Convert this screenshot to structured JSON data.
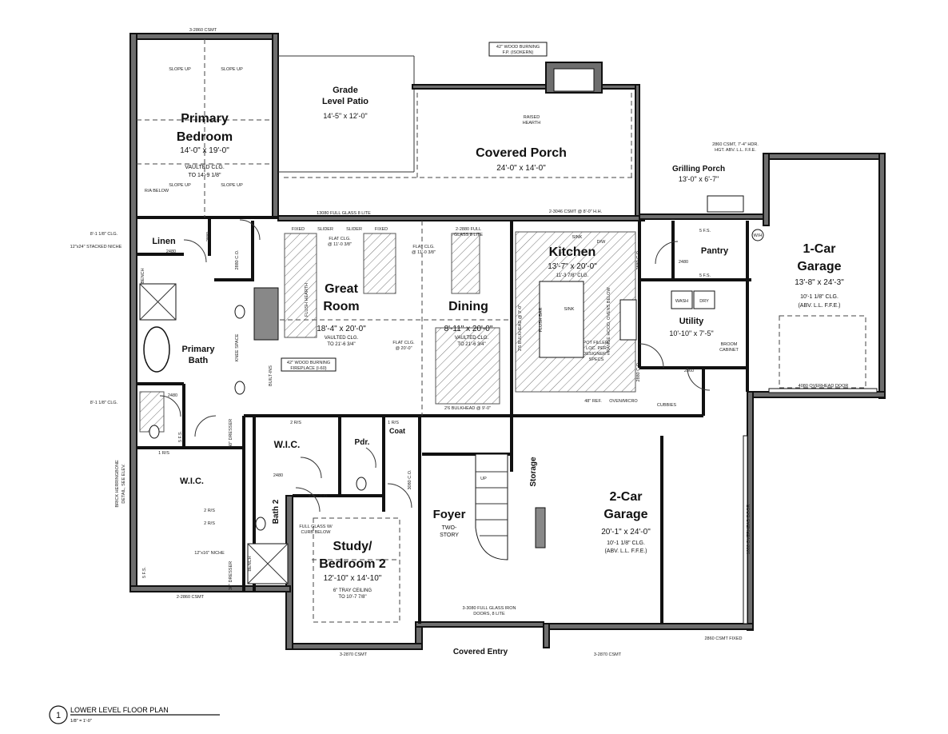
{
  "plan": {
    "title": "LOWER LEVEL FLOOR PLAN",
    "scale": "1/8\" = 1'-0\"",
    "number": "1"
  },
  "rooms": {
    "primary_bedroom": {
      "name_1": "Primary",
      "name_2": "Bedroom",
      "dims": "14'-0\" x 19'-0\"",
      "note_1": "VAULTED CLG.",
      "note_2": "TO 14'-9 1/8\""
    },
    "patio": {
      "name_1": "Grade",
      "name_2": "Level Patio",
      "dims": "14'-5\" x 12'-0\""
    },
    "covered_porch": {
      "name": "Covered Porch",
      "dims": "24'-0\" x 14'-0\""
    },
    "grilling_porch": {
      "name": "Grilling Porch",
      "dims": "13'-0\" x 6'-7\""
    },
    "garage_1": {
      "name_1": "1-Car",
      "name_2": "Garage",
      "dims": "13'-8\" x 24'-3\"",
      "note_1": "10'-1 1/8\" CLG.",
      "note_2": "(ABV. L.L. F.F.E.)"
    },
    "linen": {
      "name": "Linen"
    },
    "great_room": {
      "name_1": "Great",
      "name_2": "Room",
      "dims": "18'-4\" x 20'-0\"",
      "note_1": "VAULTED CLG.",
      "note_2": "TO 21'-6 3/4\""
    },
    "dining": {
      "name": "Dining",
      "dims": "8'-11\" x 20'-0\"",
      "note_1": "VAULTED CLG.",
      "note_2": "TO 21'-6 3/4\""
    },
    "kitchen": {
      "name": "Kitchen",
      "dims": "13'-7\" x 20'-0\"",
      "note": "11'-3 7/8\" CLG."
    },
    "pantry": {
      "name": "Pantry"
    },
    "utility": {
      "name": "Utility",
      "dims": "10'-10\" x 7'-5\""
    },
    "primary_bath": {
      "name_1": "Primary",
      "name_2": "Bath"
    },
    "wic_1": {
      "name": "W.I.C."
    },
    "wic_2": {
      "name": "W.I.C."
    },
    "powder": {
      "name": "Pdr."
    },
    "coat": {
      "name": "Coat"
    },
    "bath2": {
      "name": "Bath 2"
    },
    "study": {
      "name_1": "Study/",
      "name_2": "Bedroom 2",
      "dims": "12'-10\" x 14'-10\"",
      "note_1": "6\" TRAY CEILING",
      "note_2": "TO 10'-7 7/8\""
    },
    "foyer": {
      "name": "Foyer",
      "note_1": "TWO-",
      "note_2": "STORY"
    },
    "storage": {
      "name": "Storage"
    },
    "garage_2": {
      "name_1": "2-Car",
      "name_2": "Garage",
      "dims": "20'-1\" x 24'-0\"",
      "note_1": "10'-1 1/8\" CLG.",
      "note_2": "(ABV. L.L. F.F.E.)"
    },
    "covered_entry": {
      "name": "Covered Entry"
    }
  },
  "notes": {
    "fireplace_porch_1": "42\" WOOD BURNING",
    "fireplace_porch_2": "F.P. (ISOKERN)",
    "raised_hearth_1": "RAISED",
    "raised_hearth_2": "HEARTH",
    "fireplace_great_1": "42\" WOOD BURNING",
    "fireplace_great_2": "FIREPLACE (I-60)",
    "window_top": "3-2860 CSMT",
    "window_patio": "13080 FULL GLASS 8 LITE",
    "window_kitchen": "2-3046 CSMT @ 8'-0\" H.H.",
    "window_dining": "2-2880 FULL",
    "window_dining_2": "GLASS 8 LITE",
    "window_garage1_1": "2860 CSMT, 7'-4\" HDR.",
    "window_garage1_2": "HGT. ABV. L.L. F.F.E.",
    "window_bottom_left": "2-2860 CSMT",
    "window_study": "3-2870 CSMT",
    "window_garage2": "3-2870 CSMT",
    "door_front_1": "3-3080 FULL GLASS IRON",
    "door_front_2": "DOORS, 8 LITE",
    "overhead_1": "4080 OVERHEAD DOOR",
    "overhead_2": "1080 OVERHEAD DOOR",
    "garage2_fixed": "2860 CSMT FIXED",
    "flat_clg_great": "FLAT CLG.",
    "flat_clg_great_2": "@ 11'-0 3/8\"",
    "flat_clg_dining": "FLAT CLG.",
    "flat_clg_dining_2": "@ 11'-0 3/8\"",
    "flat_clg_mid": "FLAT CLG.",
    "flat_clg_mid_2": "@ 20'-0\"",
    "bulkhead_dining": "2'6 BULKHEAD @ 9'-0\"",
    "bulkhead_kitchen": "2'6 BULKHEAD @ 9'-0\"",
    "slope_up": "SLOPE UP",
    "slider": "SLIDER",
    "fixed": "FIXED",
    "flush_hearth": "FLUSH HEARTH",
    "built_ins": "BUILT-INS",
    "flush_bar": "FLUSH BAR",
    "sink": "SINK",
    "dw": "D/W",
    "range": "RANGE HOOD, OVENS BELOW",
    "pot_filler_1": "POT FILLER,",
    "pot_filler_2": "LOC. PER",
    "pot_filler_3": "DESIGNER'S",
    "pot_filler_4": "SPECS",
    "ref": "48\" REF.",
    "oven": "OVEN/MICRO",
    "cubbies": "CUBBIES",
    "wash": "WASH",
    "dry": "DRY",
    "broom_1": "BROOM",
    "broom_2": "CABINET",
    "fs_5": "5 F.S.",
    "rs_2": "2 R/S",
    "rs_1": "1 R/S",
    "knee_space": "KNEE SPACE",
    "clg_8": "8'-1 1/8\" CLG.",
    "niche_1": "12\"x24\" STACKED NICHE",
    "niche_2": "12\"x16\" NICHE",
    "dresser": "30\" DRESSER",
    "bench": "BENCH",
    "ra_below": "R/A BELOW",
    "brick_1": "BRICK HERRINGBONE",
    "brick_2": "DETAIL, SEE ELEV.",
    "full_glass_curb_1": "FULL GLASS W/",
    "full_glass_curb_2": "CURB BELOW",
    "wh": "W/H",
    "up": "UP",
    "door_2480": "2480",
    "door_2880": "2880",
    "door_2860": "2860",
    "door_3080": "3080 C.O.",
    "door_4080": "4080 C.O.",
    "door_2880co": "2880 C.O."
  }
}
